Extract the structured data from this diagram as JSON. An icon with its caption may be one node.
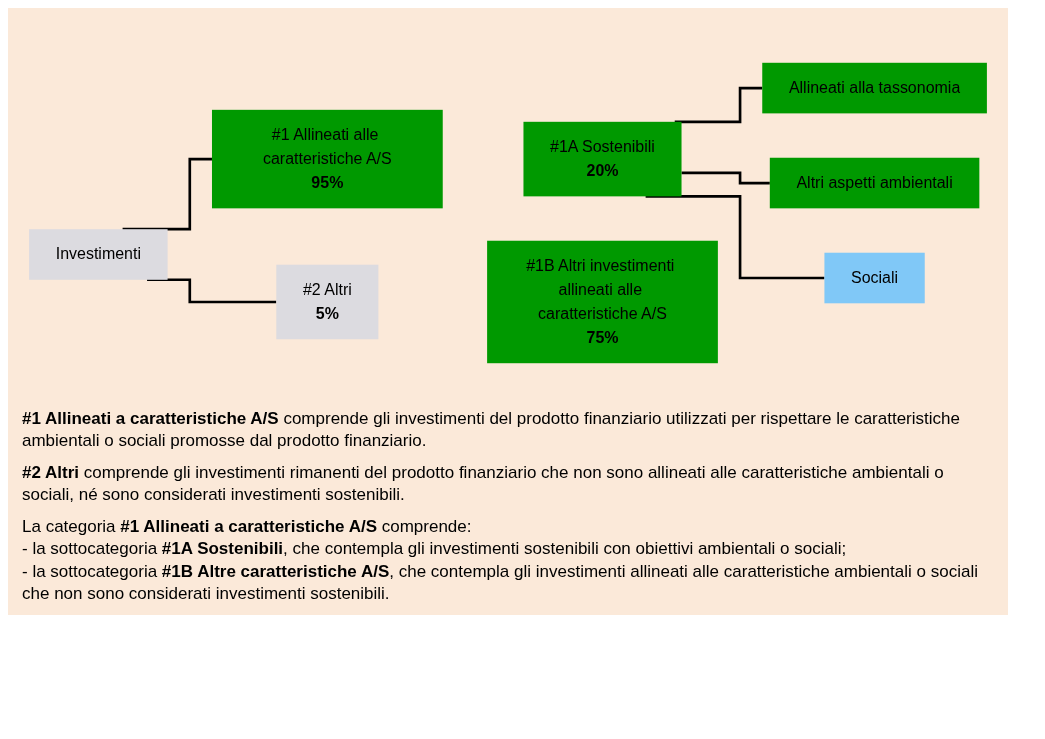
{
  "diagram": {
    "nodes": [
      {
        "text": [
          "Investimenti"
        ]
      },
      {
        "text": [
          "#1 Allineati alle caratteristiche A/S",
          "95%"
        ]
      },
      {
        "text": [
          "#2 Altri",
          "5%"
        ]
      },
      {
        "text": [
          "#1A Sostenibili",
          "20%"
        ]
      },
      {
        "text": [
          "#1B Altri investimenti allineati alle caratteristiche A/S",
          "75%"
        ]
      },
      {
        "text": [
          "Allineati alla tassonomia"
        ]
      },
      {
        "text": [
          "Altri aspetti ambientali"
        ]
      },
      {
        "text": [
          "Sociali"
        ]
      }
    ],
    "edges": [
      {
        "from": 0,
        "to": 1,
        "arrow": "none"
      },
      {
        "from": 0,
        "to": 2,
        "arrow": "none"
      },
      {
        "from": 3,
        "to": 5,
        "arrow": "none"
      },
      {
        "from": 3,
        "to": 6,
        "arrow": "none"
      },
      {
        "from": 3,
        "to": 7,
        "arrow": "none"
      }
    ],
    "labels": [
      "**#1 Allineati a caratteristiche A/S** comprende gli investimenti del prodotto finanziario utilizzati per rispettare le caratteristiche ambientali o sociali promosse dal prodotto finanziario.",
      "**#2 Altri** comprende gli investimenti rimanenti del prodotto finanziario che non sono allineati alle caratteristiche ambientali o sociali, né sono considerati investimenti sostenibili.",
      "La categoria **#1 Allineati a caratteristiche A/S** comprende:",
      "- la sottocategoria **#1A Sostenibili**, che contempla gli investimenti sostenibili con obiettivi ambientali o sociali;",
      "- la sottocategoria **#1B Altre caratteristiche A/S**, che contempla gli investimenti allineati alle caratteristiche ambientali o sociali che non sono considerati investimenti sostenibili."
    ]
  }
}
